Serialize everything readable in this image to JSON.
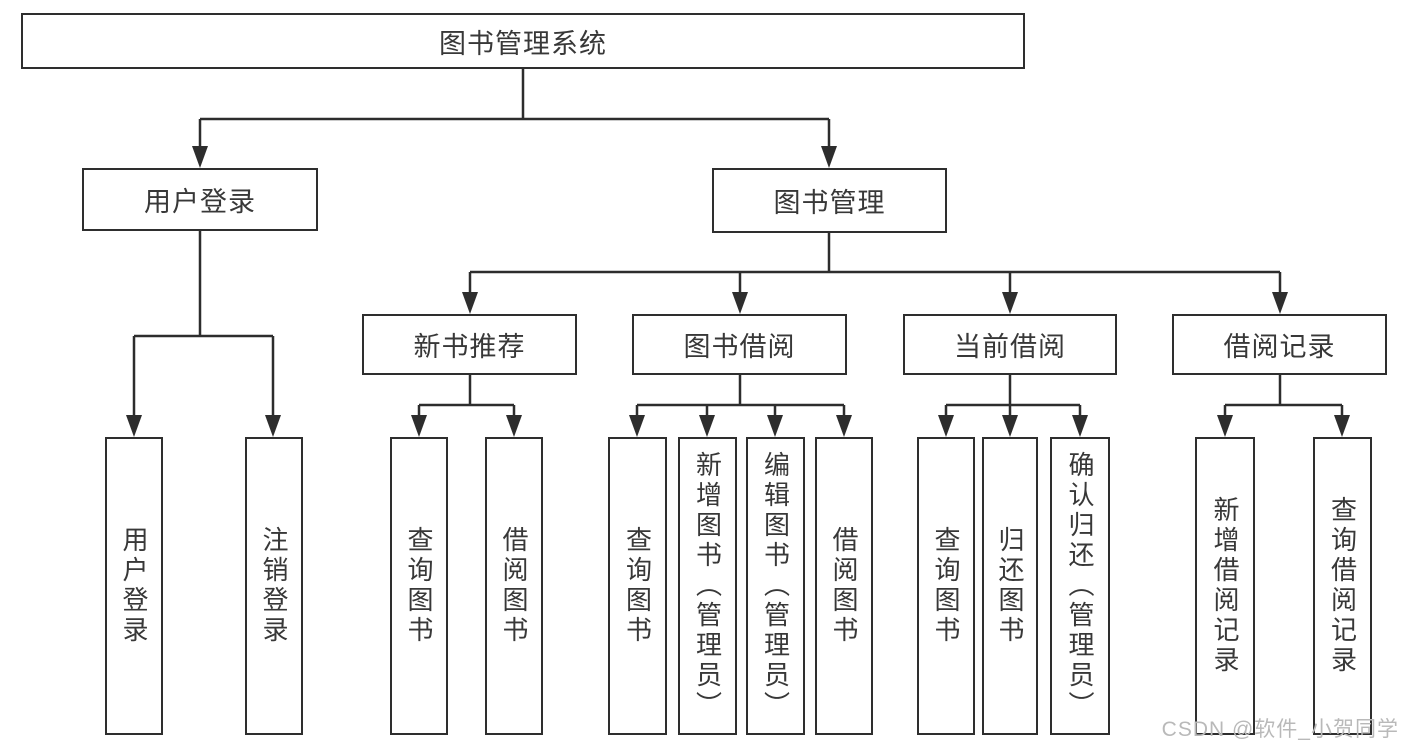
{
  "diagram_type": "hierarchy-functional-structure",
  "colors": {
    "line": "#2d2d2d",
    "node_border": "#2e2e2e",
    "node_text": "#383838",
    "watermark_text": "#b9b9b9",
    "background": "#ffffff"
  },
  "tree": {
    "root": {
      "label": "图书管理系统"
    },
    "level2": [
      {
        "label": "用户登录",
        "children": [
          {
            "label": "用户登录"
          },
          {
            "label": "注销登录"
          }
        ]
      },
      {
        "label": "图书管理",
        "children": [
          {
            "label": "新书推荐",
            "children": [
              {
                "label": "查询图书"
              },
              {
                "label": "借阅图书"
              }
            ]
          },
          {
            "label": "图书借阅",
            "children": [
              {
                "label": "查询图书"
              },
              {
                "label": "新增图书（管理员）"
              },
              {
                "label": "编辑图书（管理员）"
              },
              {
                "label": "借阅图书"
              }
            ]
          },
          {
            "label": "当前借阅",
            "children": [
              {
                "label": "查询图书"
              },
              {
                "label": "归还图书"
              },
              {
                "label": "确认归还（管理员）"
              }
            ]
          },
          {
            "label": "借阅记录",
            "children": [
              {
                "label": "新增借阅记录"
              },
              {
                "label": "查询借阅记录"
              }
            ]
          }
        ]
      }
    ]
  },
  "watermark": {
    "text": "CSDN @软件_小贺同学"
  }
}
